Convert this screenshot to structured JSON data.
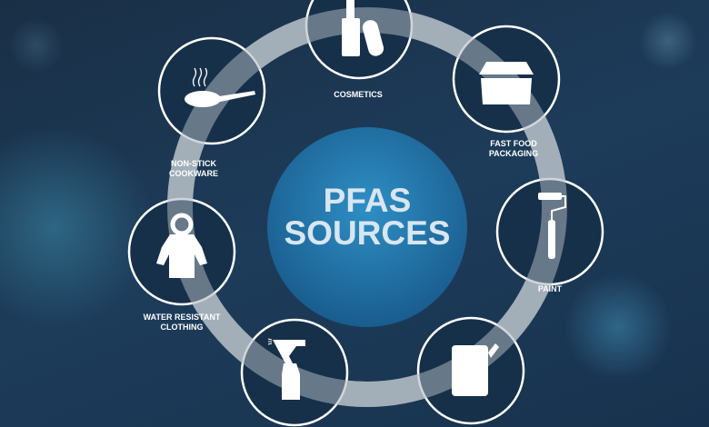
{
  "title": {
    "line1": "PFAS",
    "line2": "SOURCES"
  },
  "sources": [
    {
      "label_lines": [
        "COSMETICS"
      ],
      "icon": "cosmetics-icon"
    },
    {
      "label_lines": [
        "FAST FOOD",
        "PACKAGING"
      ],
      "icon": "food-box-icon"
    },
    {
      "label_lines": [
        "PAINT"
      ],
      "icon": "paint-roller-icon"
    },
    {
      "label_lines": [],
      "icon": "jerry-can-icon"
    },
    {
      "label_lines": [],
      "icon": "spray-bottle-icon"
    },
    {
      "label_lines": [
        "WATER RESISTANT",
        "CLOTHING"
      ],
      "icon": "raincoat-icon"
    },
    {
      "label_lines": [
        "NON-STICK",
        "COOKWARE"
      ],
      "icon": "frying-pan-icon"
    }
  ],
  "colors": {
    "ring": "#a9b4bd",
    "center": "#1f6a9e",
    "background": "#1b3550"
  }
}
